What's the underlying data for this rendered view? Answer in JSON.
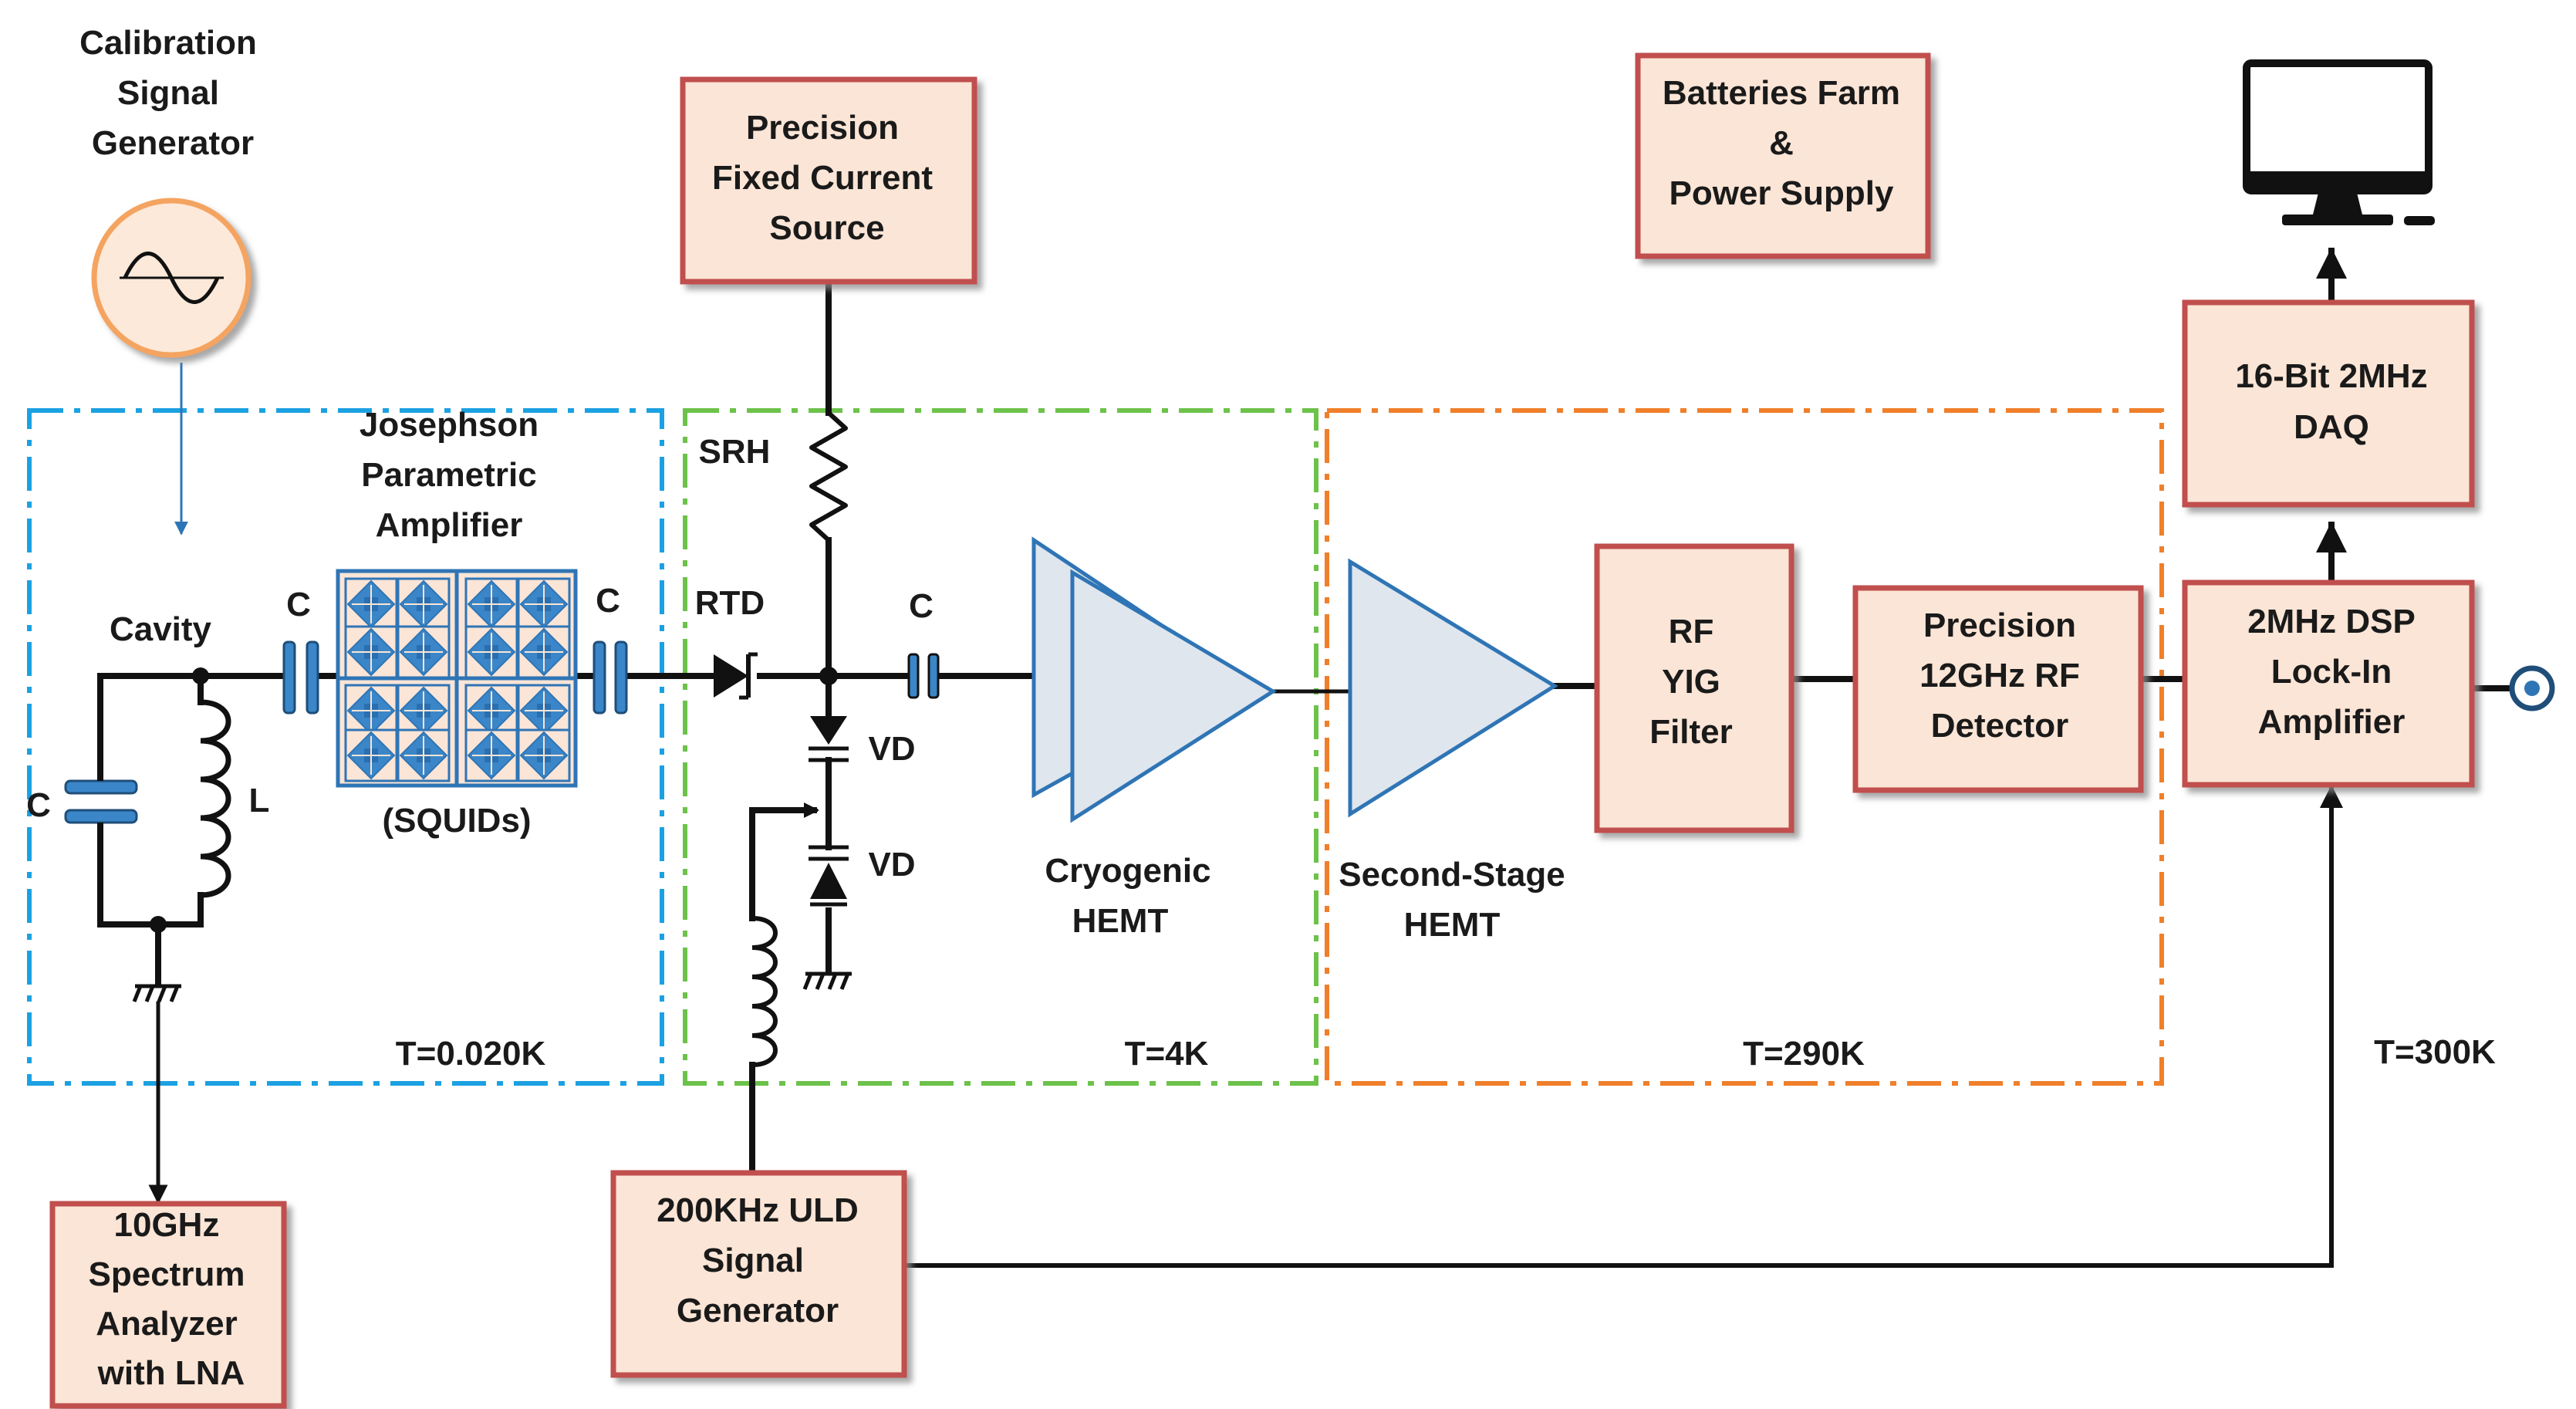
{
  "colors": {
    "box_fill": "#fbe5d6",
    "box_border": "#c0504d",
    "zone_cold": "#1ba1e2",
    "zone_4k": "#6cc24a",
    "zone_290k": "#f07f2a",
    "squid_fill": "#3a86c8",
    "amp_fill": "#dfe6ee",
    "amp_border": "#2f75b5",
    "signal_gen_fill": "#fde9d9",
    "signal_gen_border": "#f4a460"
  },
  "labels": {
    "calibration": [
      "Calibration",
      "Signal",
      "Generator"
    ],
    "josephson": [
      "Josephson",
      "Parametric",
      "Amplifier"
    ],
    "cavity": "Cavity",
    "c_cavity": "C",
    "c_left": "C",
    "c_right": "C",
    "c_4k": "C",
    "l_cavity": "L",
    "squids": "(SQUIDs)",
    "srh": "SRH",
    "rtd": "RTD",
    "vd1": "VD",
    "vd2": "VD",
    "cryo_hemt": [
      "Cryogenic",
      "HEMT"
    ],
    "second_hemt": [
      "Second-Stage",
      "HEMT"
    ],
    "t_cold": "T=0.020K",
    "t_4k": "T=4K",
    "t_290k": "T=290K",
    "t_300k": "T=300K"
  },
  "boxes": {
    "current_source": [
      "Precision",
      "Fixed Current",
      "Source"
    ],
    "batteries": [
      "Batteries Farm",
      "&",
      "Power Supply"
    ],
    "daq": [
      "16-Bit 2MHz",
      "DAQ"
    ],
    "lockin": [
      "2MHz DSP",
      "Lock-In",
      "Amplifier"
    ],
    "yig": [
      "RF",
      "YIG",
      "Filter"
    ],
    "detector": [
      "Precision",
      "12GHz RF",
      "Detector"
    ],
    "uld": [
      "200KHz ULD",
      "Signal",
      "Generator"
    ],
    "spectrum": [
      "10GHz",
      "Spectrum",
      "Analyzer",
      "with LNA"
    ]
  },
  "icons": {
    "computer": "computer-monitor-icon",
    "sine": "sine-wave-icon",
    "output": "output-connector-icon",
    "ground": "ground-icon"
  }
}
